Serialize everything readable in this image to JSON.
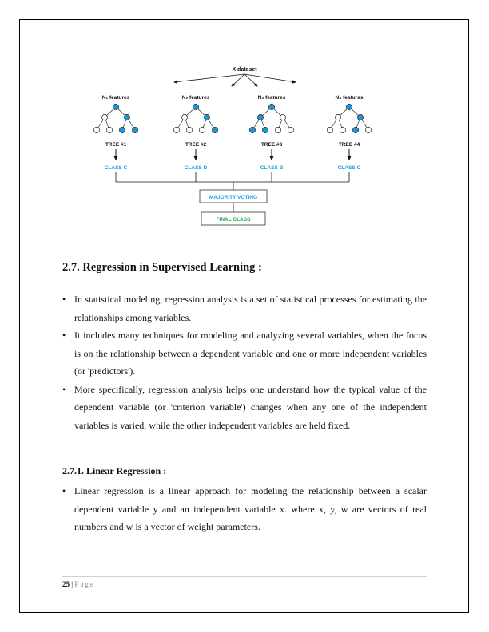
{
  "diagram": {
    "dataset_label": "X dataset",
    "trees": [
      {
        "features": "N₁ features",
        "tree": "TREE #1",
        "class": "CLASS C"
      },
      {
        "features": "N₂ features",
        "tree": "TREE #2",
        "class": "CLASS D"
      },
      {
        "features": "N₃ features",
        "tree": "TREE #3",
        "class": "CLASS B"
      },
      {
        "features": "N₄ features",
        "tree": "TREE #4",
        "class": "CLASS C"
      }
    ],
    "majority_voting": "MAJORITY VOTING",
    "final_class": "FINAL CLASS",
    "colors": {
      "node_blue": "#1a96d8",
      "class_text": "#1aa0e0",
      "final_green": "#1aa84a"
    }
  },
  "section": {
    "title": "2.7. Regression in Supervised Learning :",
    "bullets": [
      "In statistical modeling, regression analysis is a set of statistical processes for estimating the relationships among variables.",
      "It includes many techniques for modeling and analyzing several variables, when the focus is on the relationship between a dependent variable and one or more independent variables (or 'predictors').",
      "More specifically, regression analysis helps one understand how the typical value of the dependent variable (or 'criterion variable') changes when any one of the independent variables is varied, while the other independent variables are held fixed."
    ]
  },
  "subsection": {
    "title": "2.7.1. Linear Regression :",
    "bullets": [
      "Linear regression is a linear approach for modeling the relationship between a scalar dependent variable y and an independent variable x. where x, y, w are vectors of real numbers and w is a vector of weight parameters."
    ]
  },
  "footer": {
    "page_number": "25",
    "separator": " | ",
    "page_word": "Page"
  }
}
